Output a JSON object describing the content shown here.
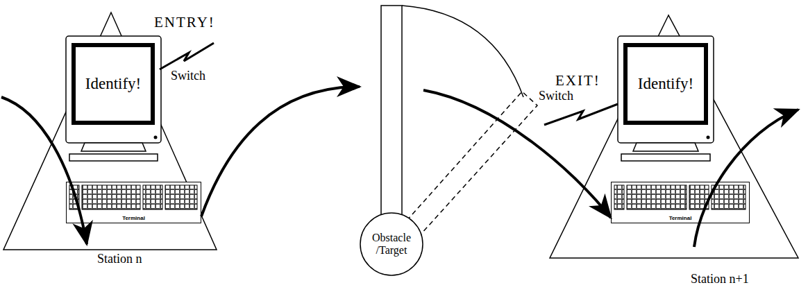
{
  "diagram": {
    "nodes": [
      {
        "text": [
          "Identify!"
        ]
      },
      {
        "text": [
          "Terminal"
        ]
      },
      {
        "text": [
          "Obstacle /Target"
        ]
      },
      {
        "text": [
          "Identify!"
        ]
      },
      {
        "text": [
          "Terminal"
        ]
      }
    ],
    "edges": [
      {
        "from": 1,
        "to": 2,
        "arrow": "to"
      },
      {
        "from": 2,
        "to": 4,
        "arrow": "to"
      }
    ],
    "labels": [
      "ENTRY!",
      "Switch",
      "Station n",
      "EXIT!",
      "Switch",
      "Station n+1"
    ]
  }
}
